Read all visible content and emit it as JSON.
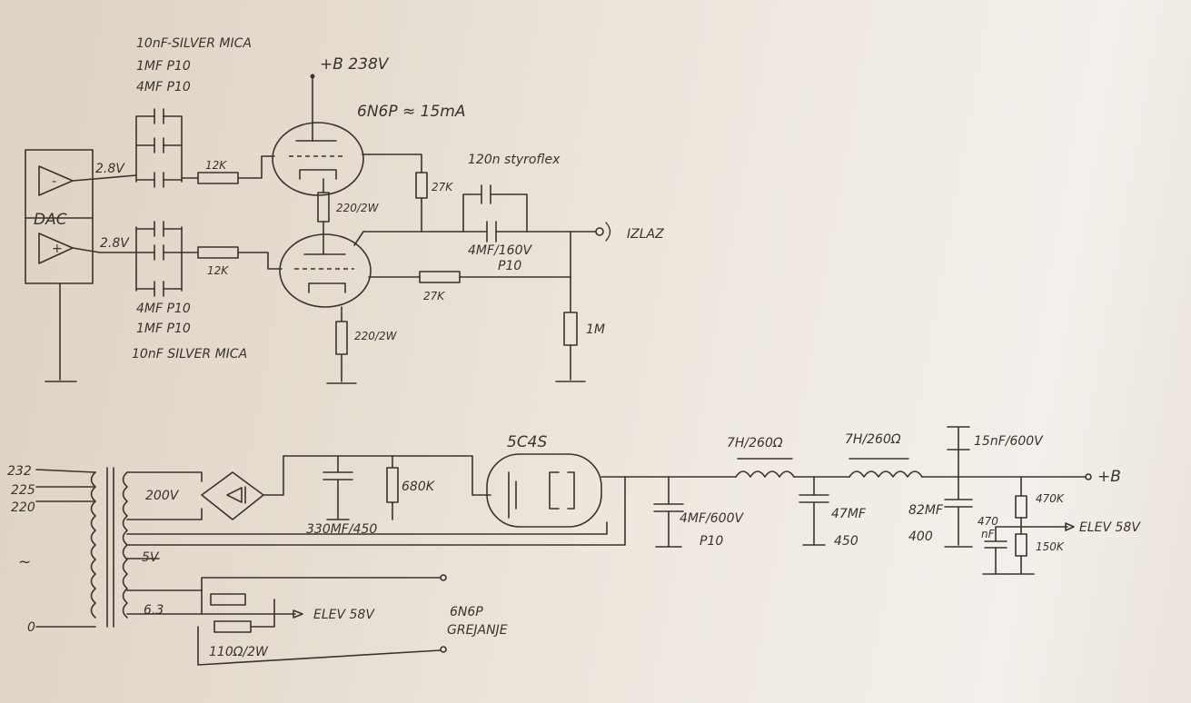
{
  "labels": {
    "cap_top_1": "10nF-SILVER MICA",
    "cap_top_2": "1MF P10",
    "cap_top_3": "4MF P10",
    "b_plus": "+B 238V",
    "tube_top": "6N6P ≈ 15mA",
    "styroflex": "120n styroflex",
    "dac": "DAC",
    "v_minus": "2.8V",
    "v_plus": "2.8V",
    "r12k_top": "12K",
    "r12k_bot": "12K",
    "r220_top": "220/2W",
    "r220_bot": "220/2W",
    "r27k_top": "27K",
    "r27k_bot": "27K",
    "out_cap": "4MF/160V",
    "out_cap_type": "P10",
    "izlaz": "IZLAZ",
    "r1m": "1M",
    "cap_bot_1": "4MF P10",
    "cap_bot_2": "1MF P10",
    "cap_bot_3": "10nF SILVER MICA",
    "rect_tube": "5C4S",
    "choke1": "7H/260Ω",
    "choke2": "7H/260Ω",
    "cap_15n": "15nF/600V",
    "tap_232": "232",
    "tap_225": "225",
    "tap_220": "220",
    "v200": "200V",
    "c330": "330MF/450",
    "r680": "680K",
    "c4mf": "4MF/600V",
    "c4mf_type": "P10",
    "c47": "47MF",
    "c47_v": "450",
    "c82": "82MF",
    "c82_v": "400",
    "r470k": "470K",
    "r150k": "150K",
    "c470": "470",
    "c470b": "nF",
    "elev_out": "ELEV 58V",
    "plus_b": "+B",
    "v5": "5V",
    "v63": "6.3",
    "elev_in": "ELEV 58V",
    "heater_tube": "6N6P",
    "heater_word": "GREJANJE",
    "r110": "110Ω/2W",
    "ac": "~",
    "zero": "0"
  }
}
